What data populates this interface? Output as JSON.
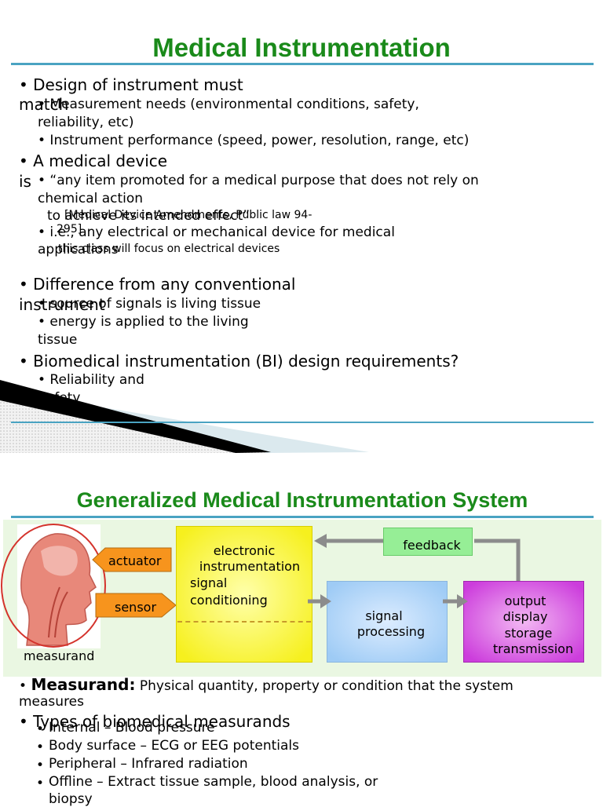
{
  "slide1": {
    "title": "Medical Instrumentation",
    "b1": "• Design of instrument must",
    "b1b": "match",
    "b1_s1": "• Measurement needs (environmental conditions, safety,",
    "b1_s1b": "reliability, etc)",
    "b1_s2": "• Instrument performance (speed, power, resolution, range, etc)",
    "b2": "• A medical device",
    "b2b": "is",
    "b2_s1": "• “any item promoted for a medical purpose that does not rely on",
    "b2_s1b": "chemical action",
    "b2_s1c": "to achieve its intended effect”",
    "b2_s1_note": "[Medical Device Amendments, Public law 94-",
    "b2_s1_noteb": "295]",
    "b2_s2": "• i.e., any electrical or mechanical device for medical",
    "b2_s2b": "applications",
    "b2_s2_note": "this class will focus on electrical devices",
    "b3": "• Difference from any conventional",
    "b3b": "instrument",
    "b3_s1": "• source of signals is living tissue",
    "b3_s2": "• energy is applied to the living",
    "b3_s2b": "tissue",
    "b4": "• Biomedical instrumentation (BI) design requirements?",
    "b4_s1": "• Reliability and",
    "b4_s1b": "Safety"
  },
  "slide2": {
    "title": "Generalized Medical Instrumentation System",
    "diagram": {
      "measurand": "measurand",
      "actuator": "actuator",
      "sensor": "sensor",
      "electronic_1": "electronic",
      "electronic_2": "instrumentation",
      "conditioning_1": "signal",
      "conditioning_2": "conditioning",
      "processing_1": "signal",
      "processing_2": "processing",
      "output_1": "output",
      "output_2": "display",
      "output_3": "storage",
      "output_4": "transmission",
      "feedback": "feedback"
    },
    "def_bullet": "•",
    "def_term": "Measurand:",
    "def_text": " Physical quantity, property or condition that the system",
    "def_text_b": "measures",
    "types": "• Types of biomedical measurands",
    "types_items": [
      "Internal – Blood pressure",
      "Body surface – ECG or EEG potentials",
      "Peripheral – Infrared radiation",
      "Offline – Extract tissue sample, blood analysis, or"
    ],
    "types_last_b": "biopsy"
  },
  "colors": {
    "title_green": "#1a8a1a",
    "rule_blue": "#4aa3c2"
  },
  "icons": {
    "head": "human-head-anatomy-icon"
  }
}
